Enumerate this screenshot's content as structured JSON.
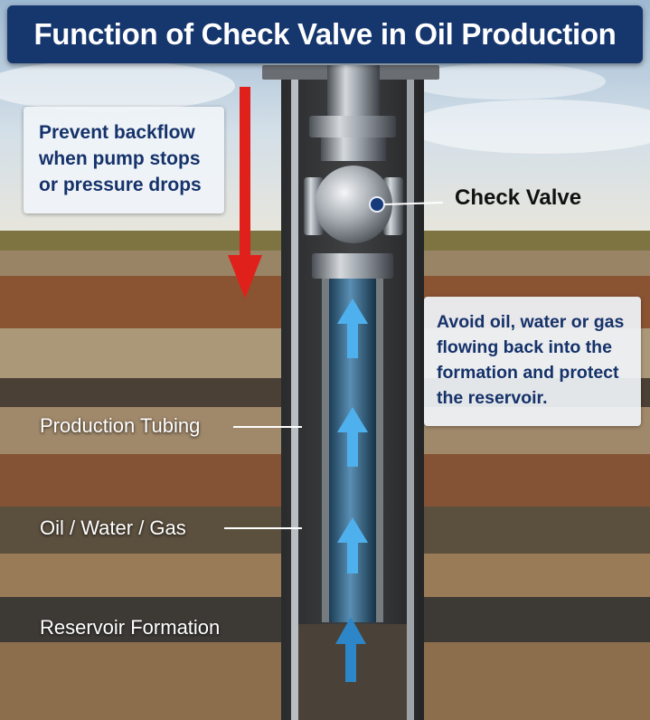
{
  "title": "Function of Check Valve in Oil Production",
  "callouts": {
    "backflow": [
      "Prevent backflow",
      "when pump stops",
      "or pressure drops"
    ],
    "protect": [
      "Avoid oil, water or gas",
      "flowing back into the",
      "formation and protect",
      "the reservoir."
    ]
  },
  "labels": {
    "check_valve": "Check Valve",
    "production_tubing": "Production Tubing",
    "fluids": "Oil / Water / Gas",
    "reservoir": "Reservoir Formation"
  },
  "colors": {
    "title_bg": "#16366e",
    "arrow_down": "#e0201a",
    "arrow_up": "#4fb0ee",
    "callout_text": "#15326a"
  },
  "icons": {
    "down_arrow": "red-down-arrow-icon",
    "up_arrows": "blue-up-arrow-icon",
    "valve_marker": "blue-dot-marker-icon"
  }
}
